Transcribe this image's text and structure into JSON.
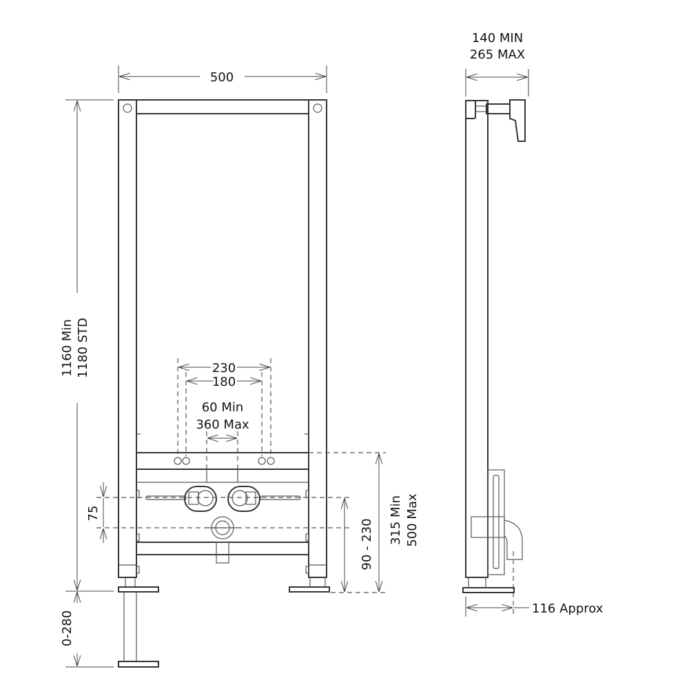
{
  "front_view": {
    "width_label": "500",
    "height_label_1": "1160 Min",
    "height_label_2": "1180 STD",
    "leg_label": "0-280",
    "outer_spacing_label": "230",
    "inner_spacing_label": "180",
    "adjust_label_1": "60 Min",
    "adjust_label_2": "360 Max",
    "offset_label": "75",
    "waste_height_label": "90 - 230",
    "plate_height_label_1": "315 Min",
    "plate_height_label_2": "500 Max"
  },
  "side_view": {
    "depth_label_1": "140 MIN",
    "depth_label_2": "265 MAX",
    "foot_label": "116 Approx"
  }
}
